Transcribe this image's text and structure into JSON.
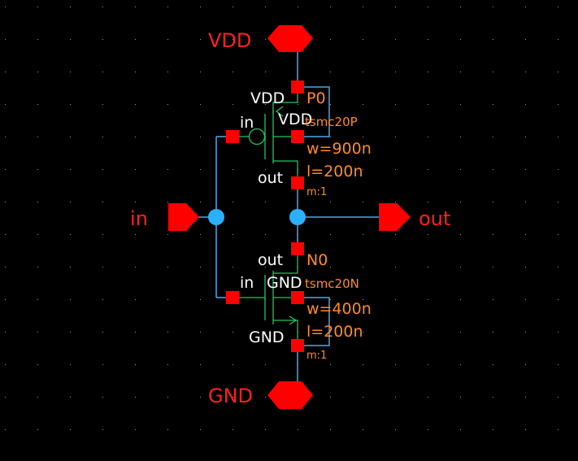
{
  "colors": {
    "background": "#000000",
    "grid_dot": "#9a9a9a",
    "wire": "#4aa8e8",
    "pin": "#ff0000",
    "junction": "#2ab0ff",
    "transistor": "#22c55e",
    "device_label": "#ff8a2a",
    "net_label": "#ffffff",
    "io_label": "#ff2020"
  },
  "io_pins": {
    "vdd": "VDD",
    "gnd": "GND",
    "in": "in",
    "out": "out"
  },
  "pmos": {
    "instance": "P0",
    "model": "tsmc20P",
    "width": "w=900n",
    "length": "l=200n",
    "multiplier": "m:1",
    "source_net": "VDD",
    "bulk_net": "VDD",
    "gate_net": "in",
    "drain_net": "out"
  },
  "nmos": {
    "instance": "N0",
    "model": "tsmc20N",
    "width": "w=400n",
    "length": "l=200n",
    "multiplier": "m:1",
    "drain_net": "out",
    "bulk_net": "GND",
    "gate_net": "in",
    "source_net": "GND"
  }
}
